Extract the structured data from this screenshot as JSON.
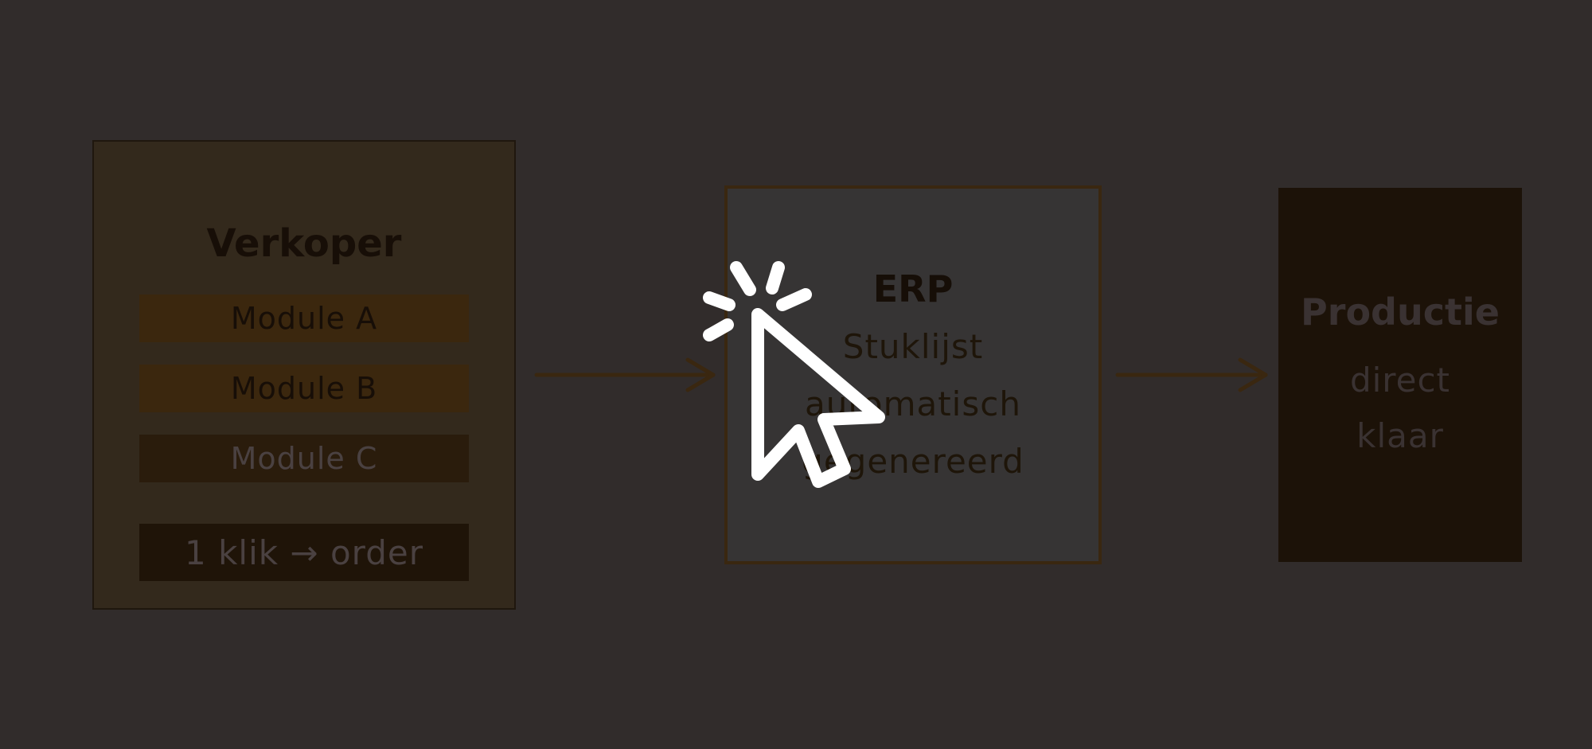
{
  "verkoper": {
    "title": "Verkoper",
    "modules": [
      "Module A",
      "Module B",
      "Module C"
    ],
    "action": "1 klik → order"
  },
  "erp": {
    "title": "ERP",
    "lines": [
      "Stuklijst",
      "automatisch",
      "gegenereerd"
    ]
  },
  "productie": {
    "title": "Productie",
    "lines": [
      "direct",
      "klaar"
    ]
  },
  "colors": {
    "background": "#312c2b",
    "arrow": "#3a2710",
    "cursor": "#ffffff"
  },
  "icons": [
    "click-cursor-icon",
    "arrow-right-icon"
  ]
}
